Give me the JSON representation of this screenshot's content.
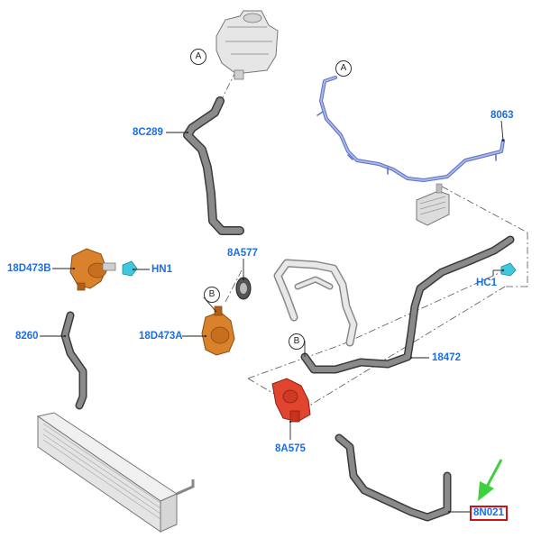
{
  "colors": {
    "label": "#1a6ee6",
    "hose": "#6f6f6f",
    "hose_dark": "#3a3a3a",
    "pump": "#d9822b",
    "valve": "#e2452f",
    "line_8063": "#7a8fd6",
    "clip": "#3fc7dc",
    "highlight_box": "#d11111",
    "arrow": "#3dd13d"
  },
  "callouts": {
    "a_top": "A",
    "a_right": "A",
    "b_pump": "B",
    "b_hose": "B"
  },
  "labels": {
    "p8C289": "8C289",
    "p8063": "8063",
    "p18D473B": "18D473B",
    "pHN1": "HN1",
    "p8A577": "8A577",
    "pHC1": "HC1",
    "p18D473A": "18D473A",
    "p8260": "8260",
    "p18472": "18472",
    "p8A575": "8A575",
    "p8N021": "8N021"
  }
}
